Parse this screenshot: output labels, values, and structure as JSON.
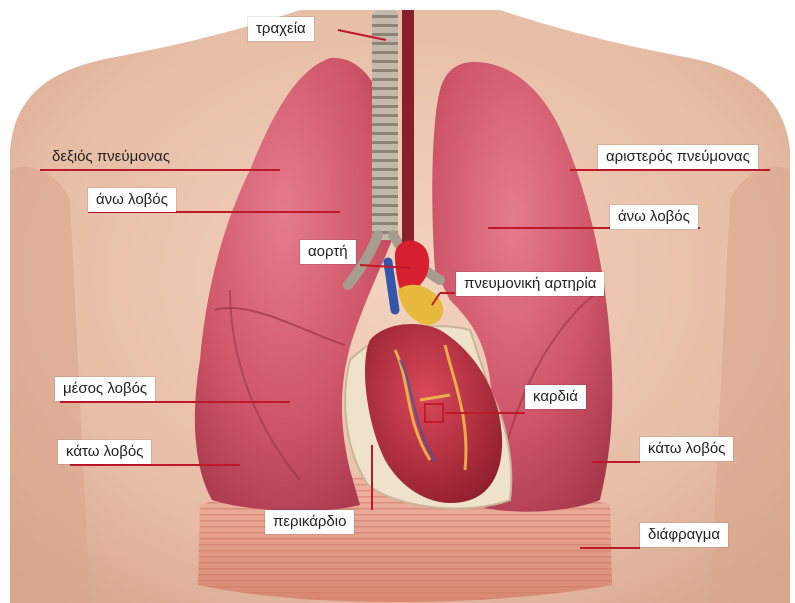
{
  "labels": {
    "trachea": "τραχεία",
    "right_lung": "δεξιός πνεύμονας",
    "left_lung": "αριστερός πνεύμονας",
    "right_upper_lobe": "άνω λοβός",
    "left_upper_lobe": "άνω λοβός",
    "aorta": "αορτή",
    "pulmonary_artery": "πνευμονική αρτηρία",
    "middle_lobe": "μέσος λοβός",
    "heart": "καρδιά",
    "right_lower_lobe": "κάτω λοβός",
    "left_lower_lobe": "κάτω λοβός",
    "pericardium": "περικάρδιο",
    "diaphragm": "διάφραγμα"
  },
  "colors": {
    "skin": "#e9c3ad",
    "skin_shadow": "#d9a98f",
    "lung": "#c84a5c",
    "lung_light": "#de7385",
    "trachea": "#b9aea0",
    "heart": "#b8283a",
    "aorta": "#d8202f",
    "pericardium": "#efe4cf",
    "diaphragm": "#e59a86",
    "leader": "#c0182b"
  }
}
